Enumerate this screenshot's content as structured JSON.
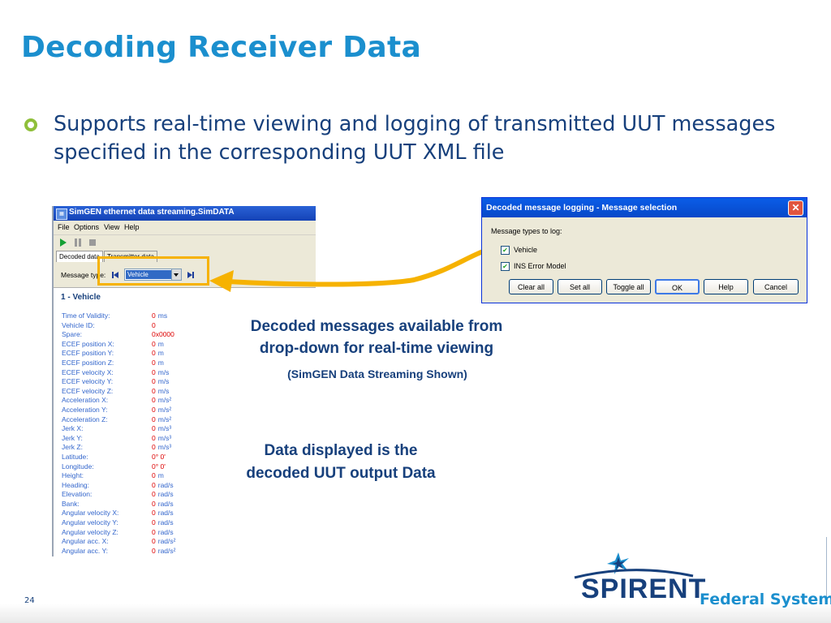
{
  "slide": {
    "title": "Decoding Receiver Data",
    "bullet": "Supports real-time viewing and logging of transmitted UUT messages specified in the corresponding UUT XML file",
    "page_number": "24"
  },
  "simgen_window": {
    "title": "SimGEN ethernet data streaming.SimDATA",
    "app_icon": "app-icon",
    "menu": [
      "File",
      "Options",
      "View",
      "Help"
    ],
    "toolbar_icons": [
      "play-icon",
      "pause-icon",
      "stop-icon"
    ],
    "tabs": [
      "Decoded data",
      "Transmitter data"
    ],
    "message_type_label": "Message type:",
    "message_type_value": "Vehicle",
    "section_heading": "1 - Vehicle",
    "fields": [
      {
        "label": "Time of Validity:",
        "value": "0",
        "unit": "ms"
      },
      {
        "label": "Vehicle ID:",
        "value": "0",
        "unit": ""
      },
      {
        "label": "Spare:",
        "value": "0x0000",
        "unit": ""
      },
      {
        "label": "ECEF position X:",
        "value": "0",
        "unit": "m"
      },
      {
        "label": "ECEF position Y:",
        "value": "0",
        "unit": "m"
      },
      {
        "label": "ECEF position Z:",
        "value": "0",
        "unit": "m"
      },
      {
        "label": "ECEF velocity X:",
        "value": "0",
        "unit": "m/s"
      },
      {
        "label": "ECEF velocity Y:",
        "value": "0",
        "unit": "m/s"
      },
      {
        "label": "ECEF velocity Z:",
        "value": "0",
        "unit": "m/s"
      },
      {
        "label": "Acceleration X:",
        "value": "0",
        "unit": "m/s²"
      },
      {
        "label": "Acceleration Y:",
        "value": "0",
        "unit": "m/s²"
      },
      {
        "label": "Acceleration Z:",
        "value": "0",
        "unit": "m/s²"
      },
      {
        "label": "Jerk X:",
        "value": "0",
        "unit": "m/s³"
      },
      {
        "label": "Jerk Y:",
        "value": "0",
        "unit": "m/s³"
      },
      {
        "label": "Jerk Z:",
        "value": "0",
        "unit": "m/s³"
      },
      {
        "label": "Latitude:",
        "value": "0° 0'",
        "unit": ""
      },
      {
        "label": "Longitude:",
        "value": "0° 0'",
        "unit": ""
      },
      {
        "label": "Height:",
        "value": "0",
        "unit": "m"
      },
      {
        "label": "Heading:",
        "value": "0",
        "unit": "rad/s"
      },
      {
        "label": "Elevation:",
        "value": "0",
        "unit": "rad/s"
      },
      {
        "label": "Bank:",
        "value": "0",
        "unit": "rad/s"
      },
      {
        "label": "Angular velocity X:",
        "value": "0",
        "unit": "rad/s"
      },
      {
        "label": "Angular velocity Y:",
        "value": "0",
        "unit": "rad/s"
      },
      {
        "label": "Angular velocity Z:",
        "value": "0",
        "unit": "rad/s"
      },
      {
        "label": "Angular acc. X:",
        "value": "0",
        "unit": "rad/s²"
      },
      {
        "label": "Angular acc. Y:",
        "value": "0",
        "unit": "rad/s²"
      }
    ]
  },
  "log_dialog": {
    "title": "Decoded message logging - Message selection",
    "close_symbol": "✕",
    "caption": "Message types to log:",
    "options": [
      {
        "label": "Vehicle",
        "checked": true
      },
      {
        "label": "INS Error Model",
        "checked": true
      }
    ],
    "buttons": [
      "Clear all",
      "Set all",
      "Toggle all",
      "OK",
      "Help",
      "Cancel"
    ]
  },
  "captions": {
    "decoded_line1": "Decoded messages available from",
    "decoded_line2": "drop-down for real-time viewing",
    "shown": "(SimGEN Data Streaming Shown)",
    "data_line1": "Data displayed is the",
    "data_line2": "decoded UUT output Data"
  },
  "logo": {
    "spirent": "SPIRENT",
    "federal": "Federal Systems"
  },
  "colors": {
    "title_blue": "#1b8fce",
    "text_navy": "#17407c",
    "bullet_green": "#8fbf3a",
    "highlight_orange": "#f6b200",
    "value_red": "#dd0000"
  }
}
